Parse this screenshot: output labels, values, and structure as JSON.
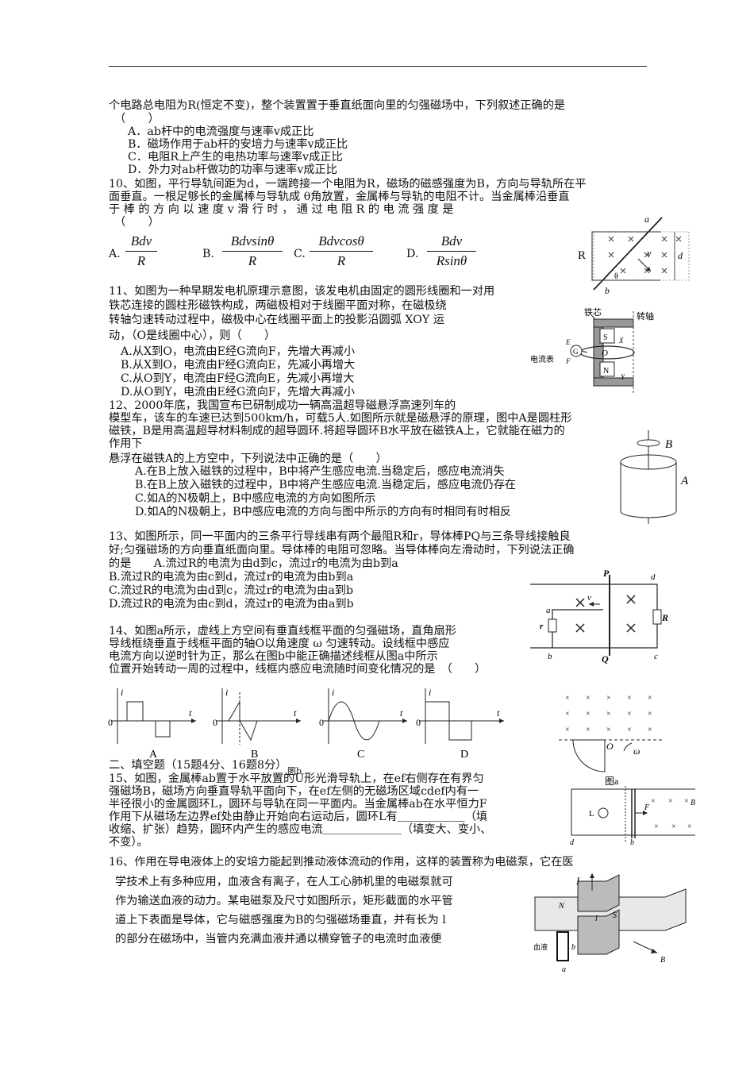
{
  "q9": {
    "stem": "个电路总电阻为R(恒定不变)，整个装置置于垂直纸面向里的匀强磁场中，下列叙述正确的是",
    "paren": "（　　）",
    "options": [
      "A．ab杆中的电流强度与速率v成正比",
      "B．磁场作用于ab杆的安培力与速率v成正比",
      "C．电阻R上产生的电热功率与速率v成正比",
      "D．外力对ab杆做功的功率与速率v成正比"
    ]
  },
  "q10": {
    "line1": "10、如图，平行导轨间距为d，一端跨接一个电阻为R，磁场的磁感强度为B，方向与导轨所在平",
    "line2": "面垂直。一根足够长的金属棒与导轨成 θ角放置，金属棒与导轨的电阻不计。当金属棒沿垂直",
    "line3": "于 棒 的 方 向 以 速 度  v 滑 行 时 ， 通 过 电 阻  R 的 电 流 强 度 是",
    "paren": "（　　）",
    "optA": "A.",
    "optB": "B.",
    "optC": "C.",
    "optD": "D.",
    "A_num": "Bdv",
    "A_den": "R",
    "B_num": "Bdvsinθ",
    "B_den": "R",
    "C_num": "Bdvcosθ",
    "C_den": "R",
    "D_num": "Bdv",
    "D_den": "Rsinθ",
    "fig": {
      "R": "R",
      "a": "a",
      "b": "b",
      "d": "d",
      "v": "v",
      "theta": "θ"
    }
  },
  "q11": {
    "line1": "11、如图为一种早期发电机原理示意图，该发电机由固定的圆形线圈和一对用",
    "line2": "铁芯连接的圆柱形磁铁构成，两磁极相对于线圈平面对称，在磁极绕",
    "line3": "转轴匀速转动过程中，磁极中心在线圈平面上的投影沿圆弧 XOY 运",
    "line4": "动，（O是线圈中心），则（　　）",
    "options": [
      "A.从X到O，电流由E经G流向F，先增大再减小",
      "B.从X到O，电流由F经G流向E，先减小再增大",
      "C.从O到Y，电流由F经G流向E，先减小再增大",
      "D.从O到Y，电流由E经G流向F，先增大再减小"
    ],
    "fig": {
      "core": "铁芯",
      "axis": "转轴",
      "meter": "电流表",
      "S": "S",
      "N": "N",
      "X": "X",
      "Y": "Y",
      "O": "O",
      "E": "E",
      "F": "F",
      "G": "G"
    }
  },
  "q12": {
    "line1": "12、2000年底，我国宣布已研制成功一辆高温超导磁悬浮高速列车的",
    "line2": "模型车，该车的车速已达到500km/h，可载5人.如图所示就是磁悬浮的原理，图中A是圆柱形",
    "line3": "磁铁，B是用高温超导材料制成的超导圆环.将超导圆环B水平放在磁铁A上，它就能在磁力的",
    "line4": "作用下",
    "line5": "悬浮在磁铁A的上方空中，下列说法中正确的是（　　）",
    "options": [
      "A.在B上放入磁铁的过程中，B中将产生感应电流.当稳定后，感应电流消失",
      "B.在B上放入磁铁的过程中，B中将产生感应电流.当稳定后，感应电流仍存在",
      "C.如A的N极朝上，B中感应电流的方向如图所示",
      "D.如A的N极朝上，B中感应电流的方向与图中所示的方向有时相同有时相反"
    ],
    "fig": {
      "A": "A",
      "B": "B"
    }
  },
  "q13": {
    "line1": "13、如图所示，同一平面内的三条平行导线串有两个最阻R和r，导体棒PQ与三条导线接触良",
    "line2": "好;匀强磁场的方向垂直纸面向里。导体棒的电阻可忽略。当导体棒向左滑动时，下列说法正确",
    "line3": "的是　　A.流过R的电流为由d到c，流过r的电流为由b到a",
    "options": [
      "B.流过R的电流为由c到d，流过r的电流为由b到a",
      "C.流过R的电流为由d到c，流过r的电流为由a到b",
      "D.流过R的电流为由c到d，流过r的电流为由a到b"
    ],
    "fig": {
      "P": "P",
      "Q": "Q",
      "a": "a",
      "b": "b",
      "c": "c",
      "d": "d",
      "R": "R",
      "r": "r",
      "v": "v"
    }
  },
  "q14": {
    "line1": "14、如图a所示，虚线上方空间有垂直线框平面的匀强磁场，直角扇形",
    "line2": "导线框绕垂直于线框平面的轴O以角速度 ω 匀速转动。设线框中感应",
    "line3": "电流方向以逆时针为正，那么在图b中能正确描述线框从图a中所示",
    "line4": "位置开始转动一周的过程中，线框内感应电流随时间变化情况的是　（　　）",
    "graph_labels": [
      "A",
      "B",
      "C",
      "D"
    ],
    "axis_i": "i",
    "axis_t": "t",
    "origin": "0",
    "fig_a": "图a",
    "fig_b": "图b",
    "omega": "ω",
    "O": "O"
  },
  "section2": "二、填空题（15题4分、16题8分）",
  "q15": {
    "line1": "15、如图，金属棒ab置于水平放置的U形光滑导轨上，在ef右侧存在有界匀",
    "line2": "强磁场B，磁场方向垂直导轨平面向下，在ef左侧的无磁场区域cdef内有一",
    "line3": "半径很小的金属圆环L，圆环与导轨在同一平面内。当金属棒ab在水平恒力F",
    "line4": "作用下从磁场左边界ef处由静止开始向右运动后，圆环L有＿＿＿＿＿＿（填",
    "line5": "收缩、扩张）趋势，圆环内产生的感应电流＿＿＿＿＿＿＿（填变大、变小、",
    "line6": "不变）。",
    "fig": {
      "L": "L",
      "F": "F",
      "B": "B",
      "d": "d",
      "b": "b"
    }
  },
  "q16": {
    "line1": "16、作用在导电液体上的安培力能起到推动液体流动的作用，这样的装置称为电磁泵，它在医",
    "line2": "学技术上有多种应用，血液含有离子，在人工心肺机里的电磁泵就可",
    "line3": "作为输送血液的动力。某电磁泵及尺寸如图所示，矩形截面的水平管",
    "line4": "道上下表面是导体，它与磁感强度为B的匀强磁场垂直，并有长为 l",
    "line5": "的部分在磁场中，当管内充满血液并通以横穿管子的电流时血液便",
    "fig": {
      "I": "I",
      "N": "N",
      "S": "S",
      "B": "B",
      "blood": "血液",
      "a": "a",
      "b": "b",
      "l": "l"
    }
  }
}
